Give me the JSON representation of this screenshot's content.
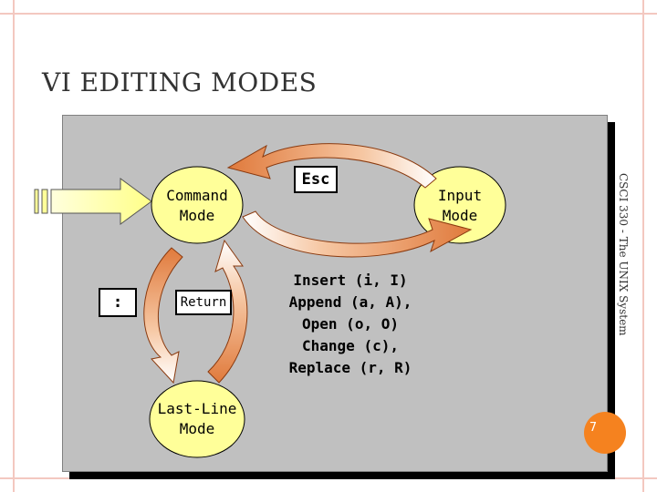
{
  "slide": {
    "title": "VI EDITING MODES",
    "side_label": "CSCI 330 - The UNIX System",
    "page_number": "7"
  },
  "diagram": {
    "nodes": {
      "command_mode": "Command\nMode",
      "input_mode": "Input\nMode",
      "last_line_mode": "Last-Line\nMode"
    },
    "keys": {
      "esc": "Esc",
      "colon": ":",
      "return": "Return"
    },
    "input_commands": "Insert (i, I)\nAppend (a, A),\nOpen (o, O)\nChange (c),\nReplace (r, R)"
  },
  "colors": {
    "node_fill": "#ffff99",
    "arrow_fill": "#e07a3c",
    "panel_fill": "#c0c0c0",
    "page_circle": "#f5821f",
    "frame_line": "#f3c8c0"
  }
}
